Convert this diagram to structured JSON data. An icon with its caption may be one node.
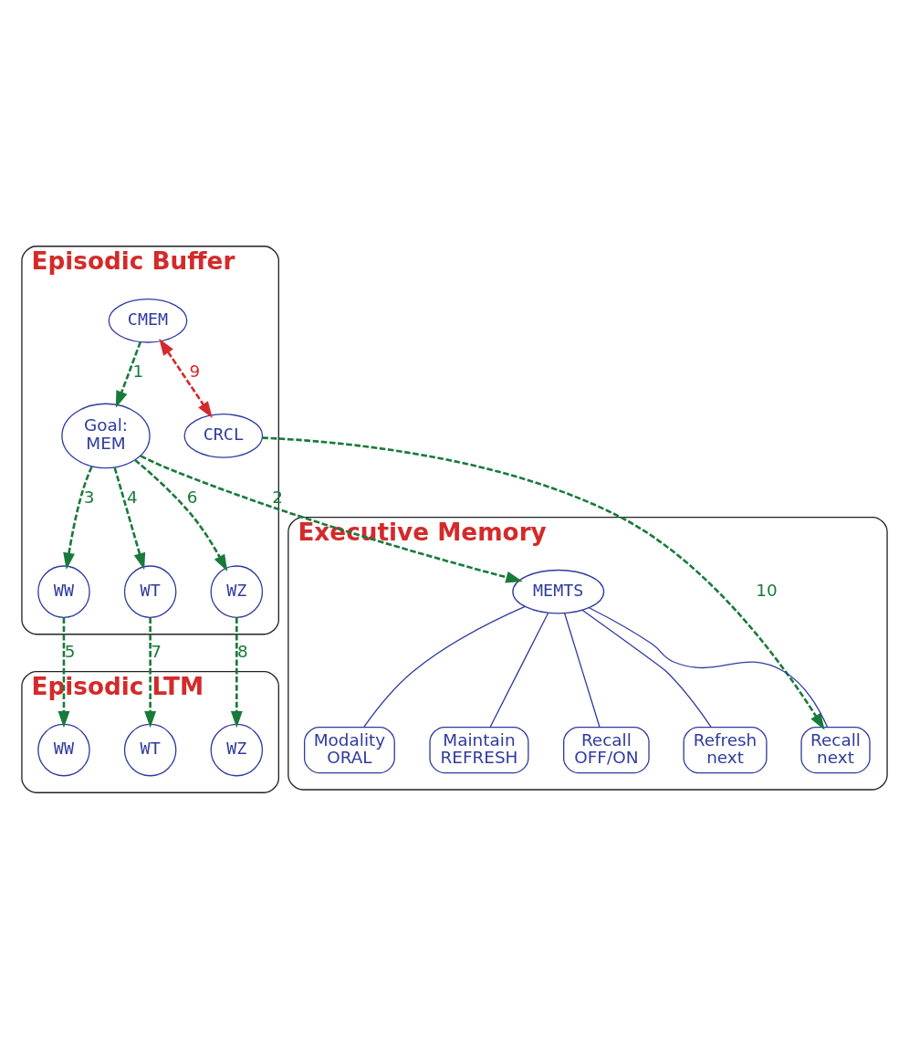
{
  "diagram": {
    "nodes": [
      {
        "text": [
          "Episodic Buffer"
        ]
      },
      {
        "text": [
          "CMEM"
        ],
        "in": 0
      },
      {
        "text": [
          "Goal:",
          "MEM"
        ],
        "in": 0
      },
      {
        "text": [
          "WW"
        ],
        "in": 0
      },
      {
        "text": [
          "WT"
        ],
        "in": 0
      },
      {
        "text": [
          "WZ"
        ],
        "in": 0
      },
      {
        "text": [
          "CRCL"
        ],
        "in": 0
      },
      {
        "text": [
          "Episodic LTM"
        ]
      },
      {
        "text": [
          "WW"
        ],
        "in": 7
      },
      {
        "text": [
          "WT"
        ],
        "in": 7
      },
      {
        "text": [
          "WZ"
        ],
        "in": 7
      },
      {
        "text": [
          "Executive Memory"
        ]
      },
      {
        "text": [
          "MEMTS"
        ],
        "in": 11
      },
      {
        "text": [
          "Modality",
          "ORAL"
        ],
        "in": 11
      },
      {
        "text": [
          "Maintain",
          "REFRESH"
        ],
        "in": 11
      },
      {
        "text": [
          "Recall",
          "OFF/ON"
        ],
        "in": 11
      },
      {
        "text": [
          "Refresh",
          "next"
        ],
        "in": 11
      },
      {
        "text": [
          "Recall",
          "next"
        ],
        "in": 11
      }
    ],
    "edges": [
      {
        "from": 1,
        "to": 2,
        "arrow": "to",
        "label": "1",
        "style": "dashed"
      },
      {
        "from": 2,
        "to": 12,
        "arrow": "to",
        "label": "2",
        "style": "dashed"
      },
      {
        "from": 2,
        "to": 3,
        "arrow": "to",
        "label": "3",
        "style": "dashed"
      },
      {
        "from": 2,
        "to": 4,
        "arrow": "to",
        "label": "4",
        "style": "dashed"
      },
      {
        "from": 3,
        "to": 8,
        "arrow": "to",
        "label": "5",
        "style": "dashed"
      },
      {
        "from": 2,
        "to": 5,
        "arrow": "to",
        "label": "6",
        "style": "dashed"
      },
      {
        "from": 4,
        "to": 9,
        "arrow": "to",
        "label": "7",
        "style": "dashed"
      },
      {
        "from": 5,
        "to": 10,
        "arrow": "to",
        "label": "8",
        "style": "dashed"
      },
      {
        "from": 1,
        "to": 6,
        "arrow": "both",
        "label": "9",
        "style": "dashed",
        "color": "#d42a2a"
      },
      {
        "from": 6,
        "to": 17,
        "arrow": "to",
        "label": "10",
        "style": "dashed"
      },
      {
        "from": 12,
        "to": 13,
        "arrow": "none",
        "color": "#2e3b9e"
      },
      {
        "from": 12,
        "to": 14,
        "arrow": "none",
        "color": "#2e3b9e"
      },
      {
        "from": 12,
        "to": 15,
        "arrow": "none",
        "color": "#2e3b9e"
      },
      {
        "from": 12,
        "to": 16,
        "arrow": "none",
        "color": "#2e3b9e"
      },
      {
        "from": 12,
        "to": 17,
        "arrow": "none",
        "color": "#2e3b9e"
      }
    ]
  }
}
